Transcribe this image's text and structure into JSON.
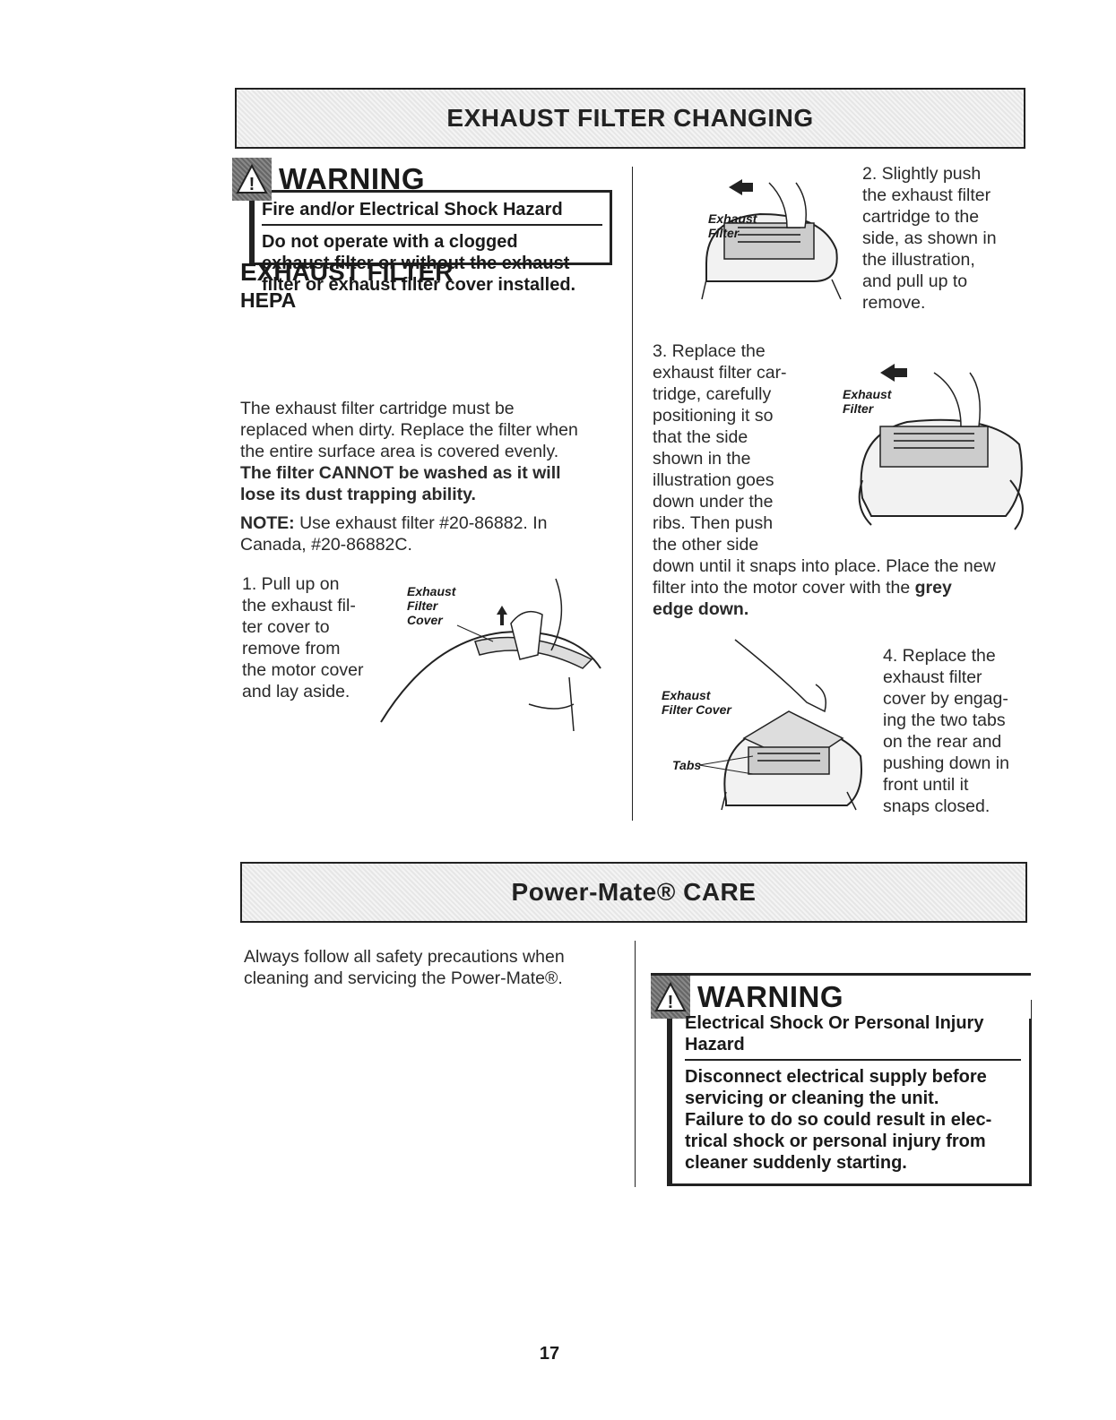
{
  "exhaust_banner": "EXHAUST FILTER CHANGING",
  "warning1": {
    "word": "WARNING",
    "hazard": "Fire and/or Electrical Shock Hazard",
    "lines": [
      "Do not operate with a clogged",
      "exhaust filter or without the exhaust",
      "filter or exhaust filter cover installed."
    ]
  },
  "section": {
    "title": "EXHAUST FILTER",
    "subtitle": "HEPA",
    "para_lines": [
      "The exhaust filter cartridge must be",
      "replaced when dirty. Replace the filter when",
      "the entire surface area is covered evenly."
    ],
    "bold_lines": [
      "The filter CANNOT be washed as it will",
      "lose its dust trapping ability."
    ],
    "note_label": "NOTE:",
    "note_text1": " Use exhaust filter #20-86882. In",
    "note_text2": "Canada, #20-86882C."
  },
  "step1": {
    "lines": [
      "1. Pull up on",
      "the exhaust fil-",
      "ter cover to",
      "remove from",
      "the motor cover",
      "and lay aside."
    ]
  },
  "step1_label": [
    "Exhaust",
    "Filter",
    "Cover"
  ],
  "step2": {
    "lines": [
      "2. Slightly push",
      "the exhaust filter",
      "cartridge to the",
      "side, as shown in",
      "the illustration,",
      "and pull up to",
      "remove."
    ]
  },
  "step2_label": [
    "Exhaust",
    "Filter"
  ],
  "step3": {
    "lines": [
      "3. Replace the",
      "exhaust filter car-",
      "tridge, carefully",
      "positioning it so",
      "that the side",
      "shown in the",
      "illustration goes",
      "down under the",
      "ribs. Then push",
      "the other side"
    ],
    "full1": "down until it snaps into place. Place the new",
    "full2a": "filter into the motor cover with the ",
    "full2b": "grey",
    "full3": "edge down."
  },
  "step3_label": [
    "Exhaust",
    "Filter"
  ],
  "step4": {
    "lines": [
      "4. Replace the",
      "exhaust filter",
      "cover by engag-",
      "ing the two tabs",
      "on the rear and",
      "pushing down in",
      "front until it",
      "snaps closed."
    ]
  },
  "step4_label": [
    "Exhaust",
    "Filter Cover",
    "Tabs"
  ],
  "powermate_banner": "Power-Mate® CARE",
  "powermate_text": [
    "Always follow all safety precautions when",
    "cleaning and servicing the Power-Mate®."
  ],
  "warning2": {
    "word": "WARNING",
    "hazard_lines": [
      "Electrical Shock Or Personal Injury",
      "Hazard"
    ],
    "lines": [
      "Disconnect electrical supply before",
      "servicing or cleaning the unit.",
      "Failure to do so could result in elec-",
      "trical shock or personal injury from",
      "cleaner suddenly starting."
    ]
  },
  "page_number": "17"
}
